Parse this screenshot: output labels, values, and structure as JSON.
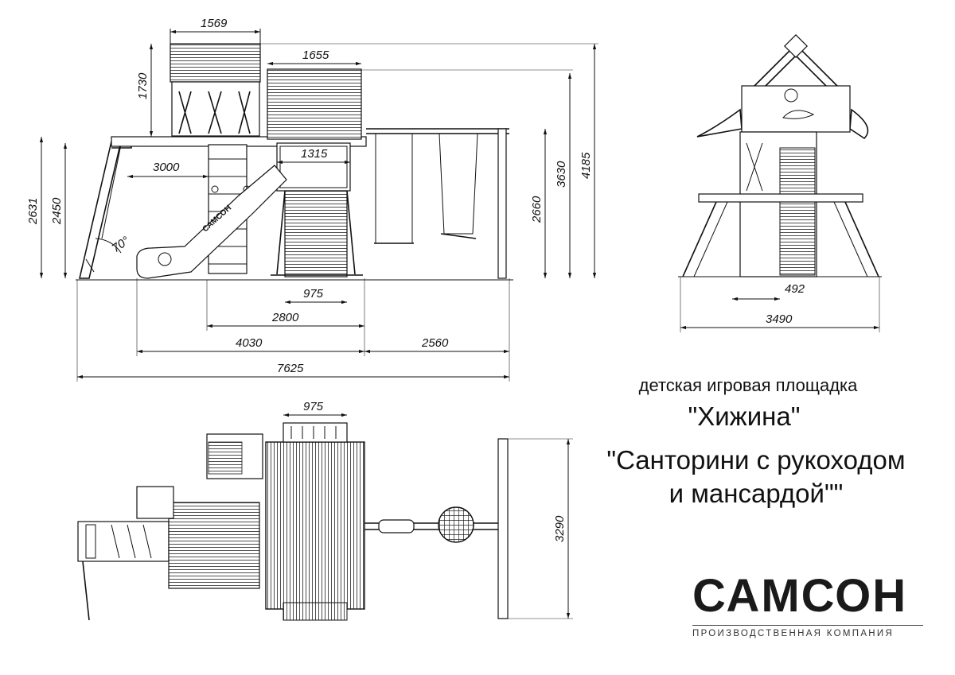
{
  "dimensions": {
    "tower_width": "1569",
    "house_width": "1655",
    "tower_roof_height": "1730",
    "deck_width": "3000",
    "inner_1315": "1315",
    "height_2631": "2631",
    "height_2450": "2450",
    "angle": "70°",
    "height_3630": "3630",
    "height_4185": "4185",
    "height_2660": "2660",
    "stair_width": "975",
    "base_2800": "2800",
    "len_4030": "4030",
    "len_2560": "2560",
    "total_7625": "7625",
    "side_492": "492",
    "side_3490": "3490",
    "top_975": "975",
    "top_3290": "3290",
    "slide_label": "САМСОН"
  },
  "title": {
    "line1": "детская игровая площадка",
    "line2": "\"Хижина\"",
    "line3a": "\"Санторини с рукоходом",
    "line3b": "и мансардой\"\""
  },
  "logo": {
    "word": "САМСОН",
    "subtitle": "ПРОИЗВОДСТВЕННАЯ КОМПАНИЯ"
  }
}
